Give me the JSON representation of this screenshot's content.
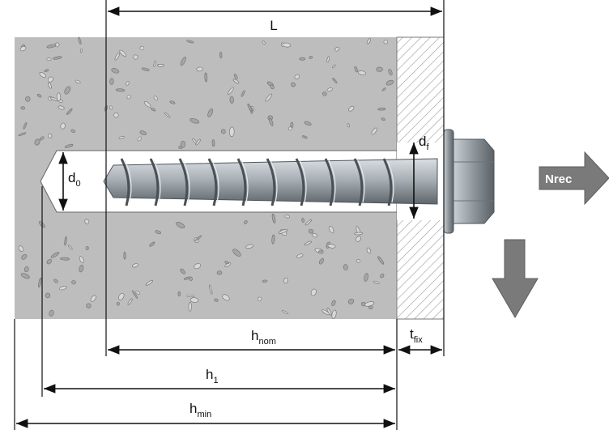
{
  "diagram": {
    "labels": {
      "L": "L",
      "d0_main": "d",
      "d0_sub": "0",
      "df_main": "d",
      "df_sub": "f",
      "hnom_main": "h",
      "hnom_sub": "nom",
      "tfix_main": "t",
      "tfix_sub": "fix",
      "h1_main": "h",
      "h1_sub": "1",
      "hmin_main": "h",
      "hmin_sub": "min",
      "nrec": "Nrec"
    },
    "colors": {
      "concrete": "#b9b9b9",
      "concrete_dark": "#8f8f8f",
      "hole": "#ffffff",
      "fixture_hatch": "#9a9a9a",
      "screw": "#a9b0b6",
      "screw_dark": "#5e656b",
      "arrow_fill": "#7a7a7a",
      "line": "#111111"
    }
  }
}
